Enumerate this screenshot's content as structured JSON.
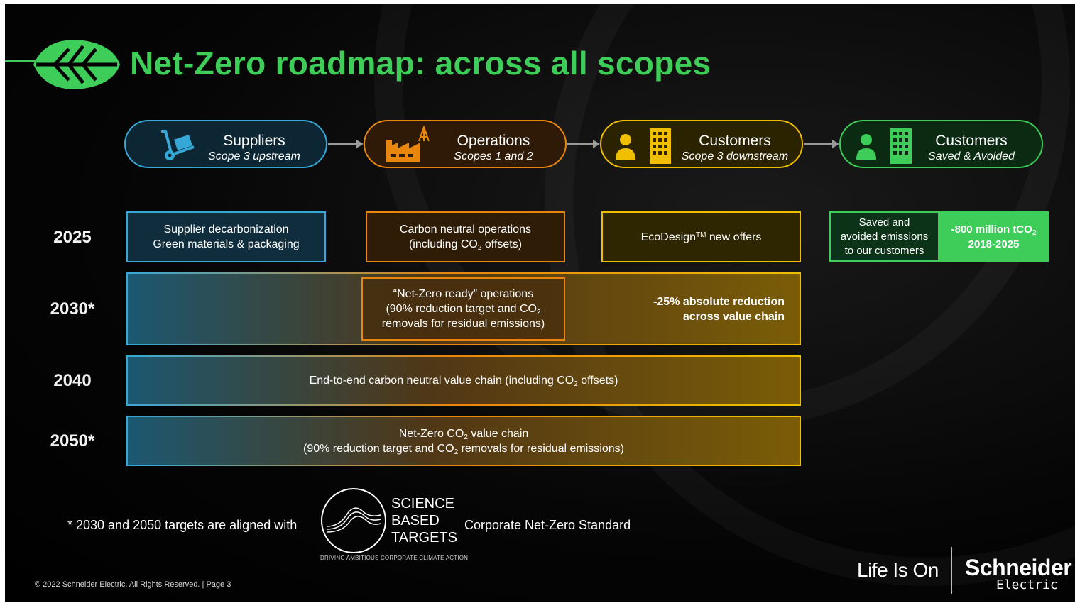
{
  "title": "Net-Zero roadmap: across all scopes",
  "colors": {
    "green": "#3dcd58",
    "blue": "#36a8d8",
    "orange": "#e8860e",
    "yellow": "#f0c000"
  },
  "stages": [
    {
      "title": "Suppliers",
      "subtitle": "Scope 3 upstream",
      "icon": "hand-truck-icon"
    },
    {
      "title": "Operations",
      "subtitle": "Scopes 1 and 2",
      "icon": "factory-icon"
    },
    {
      "title": "Customers",
      "subtitle": "Scope 3 downstream",
      "icon": "customer-building-icon"
    },
    {
      "title": "Customers",
      "subtitle": "Saved & Avoided",
      "icon": "customer-building-icon"
    }
  ],
  "years": [
    "2025",
    "2030*",
    "2040",
    "2050*"
  ],
  "row_2025": {
    "suppliers_l1": "Supplier decarbonization",
    "suppliers_l2": "Green materials & packaging",
    "operations_l1": "Carbon neutral operations",
    "operations_l2a": "(including CO",
    "operations_l2b": "2",
    "operations_l2c": " offsets)",
    "ecodesign_a": "EcoDesign",
    "ecodesign_tm": "TM",
    "ecodesign_b": " new offers",
    "saved_l1": "Saved and",
    "saved_l2": "avoided emissions",
    "saved_l3": "to our customers",
    "value_a": "-800 million tCO",
    "value_sub": "2",
    "value_b": "2018-2025"
  },
  "row_2030": {
    "inner_l1": "“Net-Zero ready” operations",
    "inner_l2a": "(90% reduction target and CO",
    "inner_l2b": "2",
    "inner_l3": "removals for residual emissions)",
    "right_l1": "-25% absolute reduction",
    "right_l2": "across value chain"
  },
  "row_2040": {
    "text_a": "End-to-end carbon neutral value chain (including CO",
    "text_sub": "2",
    "text_b": " offsets)"
  },
  "row_2050": {
    "l1a": "Net-Zero CO",
    "l1sub": "2",
    "l1b": " value chain",
    "l2a": "(90% reduction target and CO",
    "l2sub": "2",
    "l2b": " removals for residual emissions)"
  },
  "footer": {
    "footnote": "* 2030 and 2050 targets are aligned with",
    "sbt_l1": "SCIENCE",
    "sbt_l2": "BASED",
    "sbt_l3": "TARGETS",
    "sbt_tagline": "DRIVING AMBITIOUS CORPORATE CLIMATE ACTION",
    "standard": "Corporate Net-Zero Standard",
    "copyright": "© 2022 Schneider Electric. All Rights Reserved. | Page 3",
    "lifeison": "Life Is On",
    "brand": "Schneider",
    "brand_sub": "Electric"
  }
}
